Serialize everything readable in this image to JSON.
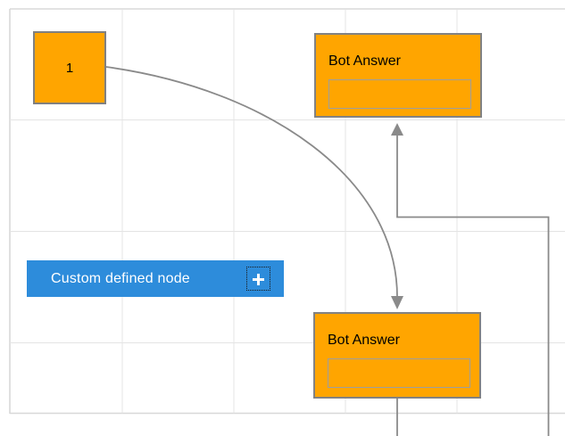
{
  "diagram": {
    "background_color": "#ffffff",
    "grid_line_color": "#e4e4e4",
    "page_border_color": "#d8d8d8",
    "connector_color": "#8a8a8a",
    "nodes": {
      "start": {
        "label": "1",
        "fill": "#ffa500",
        "stroke": "#808080"
      },
      "bot_answer_top": {
        "title": "Bot Answer",
        "fill": "#ffa500",
        "stroke": "#828282",
        "field_value": ""
      },
      "bot_answer_bottom": {
        "title": "Bot Answer",
        "fill": "#ffa500",
        "stroke": "#828282",
        "field_value": ""
      },
      "custom_defined": {
        "label": "Custom defined node",
        "fill": "#2d8cdb",
        "text_color": "#ffffff",
        "icon": "plus-icon"
      }
    }
  }
}
